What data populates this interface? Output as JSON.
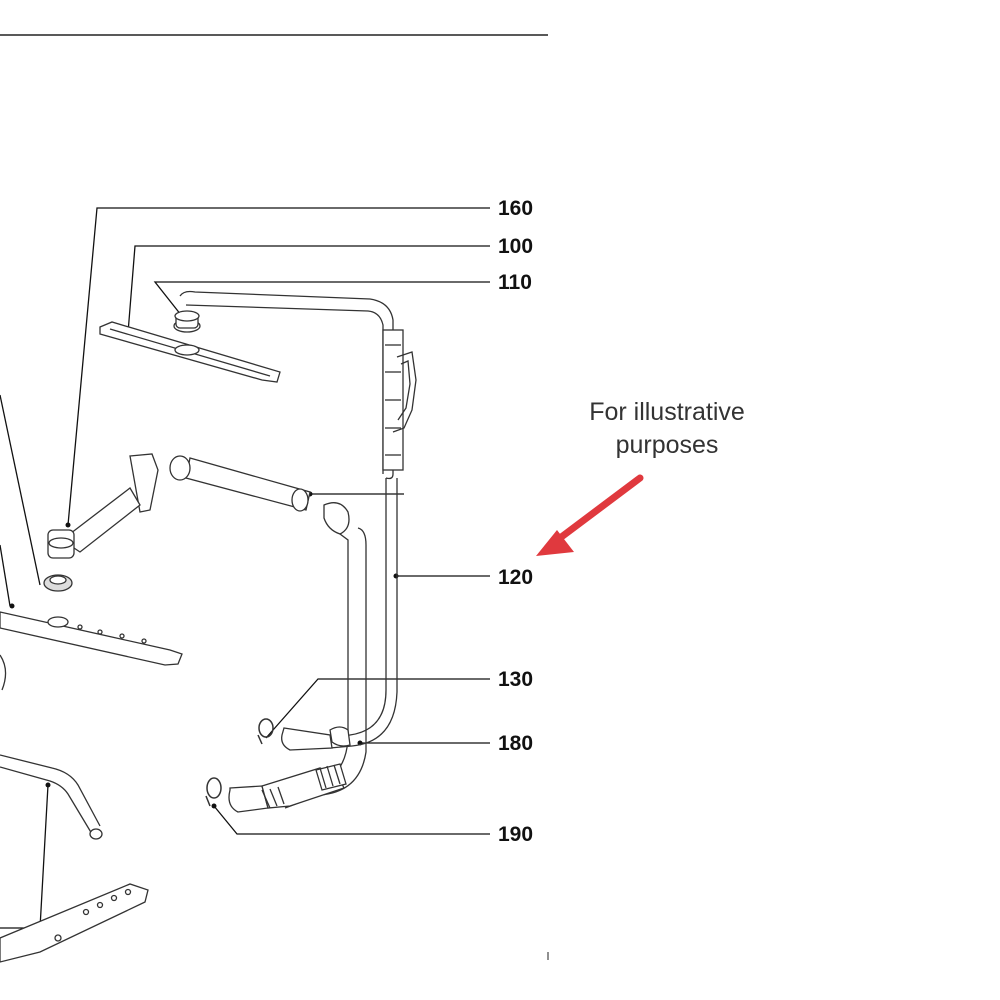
{
  "callouts": {
    "c160": "160",
    "c100": "100",
    "c110": "110",
    "c120": "120",
    "c130": "130",
    "c180": "180",
    "c190": "190"
  },
  "note": {
    "line1": "For illustrative",
    "line2": "purposes"
  },
  "colors": {
    "arrow": "#e0393e",
    "line": "#111111",
    "part_stroke": "#333333"
  },
  "icons": {
    "pointer": "red-arrow-icon"
  }
}
